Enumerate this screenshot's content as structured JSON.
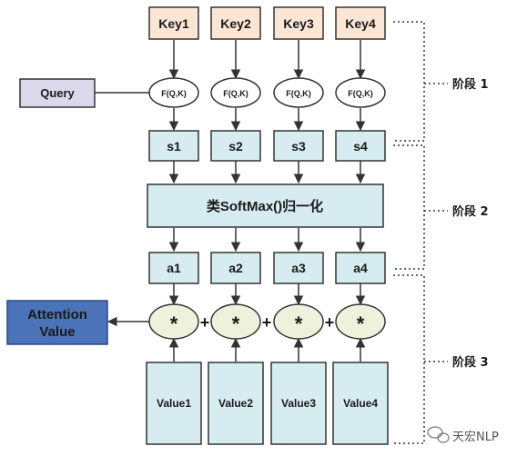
{
  "keys": [
    "Key1",
    "Key2",
    "Key3",
    "Key4"
  ],
  "func_label": "F(Q,K)",
  "query_label": "Query",
  "scores": [
    "s1",
    "s2",
    "s3",
    "s4"
  ],
  "softmax_label": "类SoftMax()归一化",
  "weights": [
    "a1",
    "a2",
    "a3",
    "a4"
  ],
  "multiply_symbol": "*",
  "plus_symbol": "+",
  "values": [
    "Value1",
    "Value2",
    "Value3",
    "Value4"
  ],
  "attention_value": [
    "Attention",
    "Value"
  ],
  "stages": [
    "阶段 1",
    "阶段 2",
    "阶段 3"
  ],
  "watermark": "天宏NLP",
  "colors": {
    "key_fill": "#fbe6d6",
    "query_fill": "#dcd8ec",
    "light_blue_fill": "#d7ecf0",
    "ellipse_fill": "#eef1dc",
    "attention_fill": "#4a73b8",
    "stroke": "#333333"
  }
}
